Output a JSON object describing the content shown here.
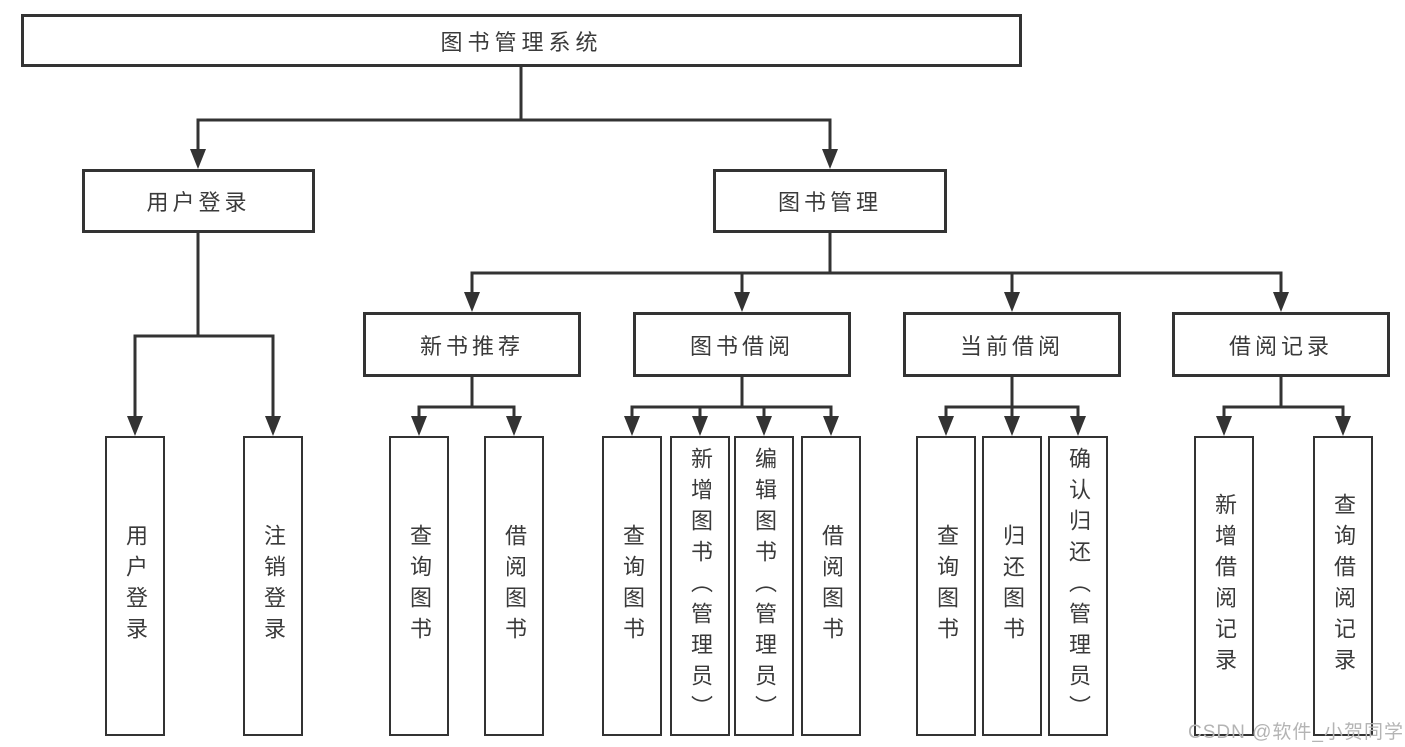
{
  "colors": {
    "line": "#333333",
    "box_border": "#333333",
    "text": "#3a3a3a",
    "watermark": "#b4b4b4",
    "background": "#ffffff"
  },
  "diagram": {
    "root": "图书管理系统",
    "login_branch": {
      "label": "用户登录",
      "leaves": [
        "用户登录",
        "注销登录"
      ]
    },
    "management_branch": {
      "label": "图书管理",
      "groups": [
        {
          "label": "新书推荐",
          "leaves": [
            "查询图书",
            "借阅图书"
          ]
        },
        {
          "label": "图书借阅",
          "leaves": [
            "查询图书",
            "新增图书（管理员）",
            "编辑图书（管理员）",
            "借阅图书"
          ]
        },
        {
          "label": "当前借阅",
          "leaves": [
            "查询图书",
            "归还图书",
            "确认归还（管理员）"
          ]
        },
        {
          "label": "借阅记录",
          "leaves": [
            "新增借阅记录",
            "查询借阅记录"
          ]
        }
      ]
    },
    "watermark": "CSDN @软件_小贺同学"
  }
}
